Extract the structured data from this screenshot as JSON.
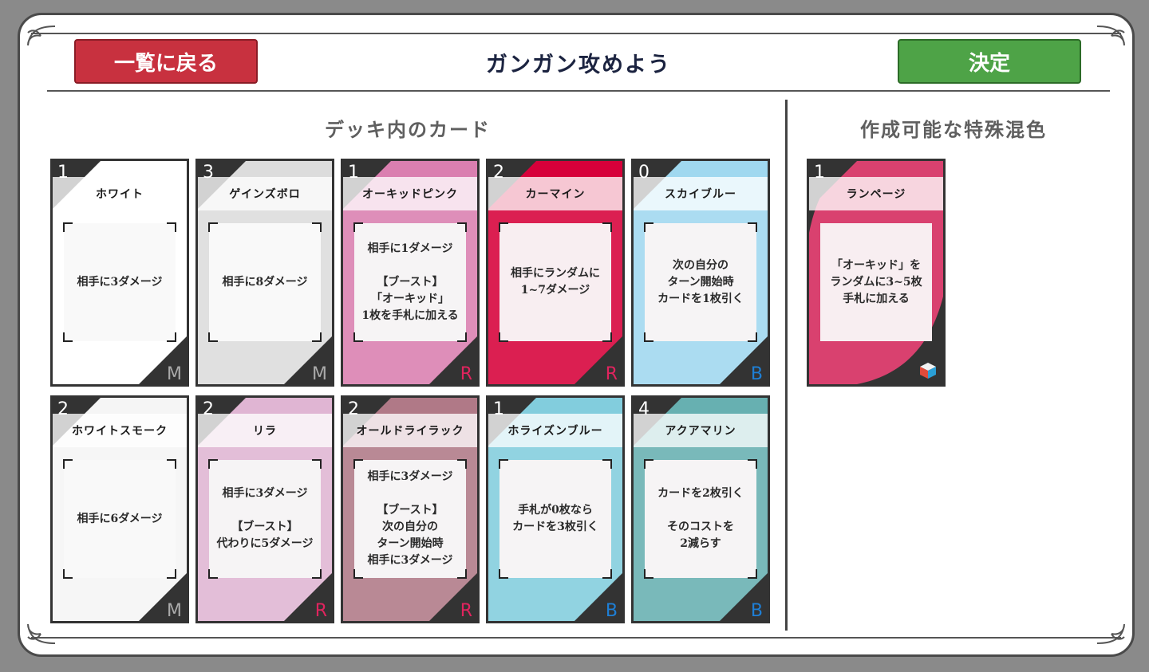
{
  "header": {
    "back_label": "一覧に戻る",
    "title": "ガンガン攻めよう",
    "confirm_label": "決定"
  },
  "sections": {
    "deck_title": "デッキ内のカード",
    "special_title": "作成可能な特殊混色"
  },
  "colors": {
    "back_button": "#c8313f",
    "confirm_button": "#4ea347"
  },
  "deck_cards": [
    {
      "cost": "1",
      "name": "ホワイト",
      "text": "相手に3ダメージ",
      "rarity": "M",
      "color": "#ffffff",
      "accent": "#ffffff",
      "rarity_color": "#aaaaaa"
    },
    {
      "cost": "3",
      "name": "ゲインズボロ",
      "text": "相手に8ダメージ",
      "rarity": "M",
      "color": "#dcdcdc",
      "accent": "#dcdcdc",
      "rarity_color": "#aaaaaa"
    },
    {
      "cost": "1",
      "name": "オーキッドピンク",
      "text": "相手に1ダメージ\n\n【ブースト】\n「オーキッド」\n1枚を手札に加える",
      "rarity": "R",
      "color": "#da7fb0",
      "accent": "#da7fb0",
      "rarity_color": "#e0245e"
    },
    {
      "cost": "2",
      "name": "カーマイン",
      "text": "相手にランダムに\n1~7ダメージ",
      "rarity": "R",
      "color": "#d7003a",
      "accent": "#d7003a",
      "rarity_color": "#e0245e"
    },
    {
      "cost": "0",
      "name": "スカイブルー",
      "text": "次の自分の\nターン開始時\nカードを1枚引く",
      "rarity": "B",
      "color": "#a0d8ef",
      "accent": "#a0d8ef",
      "rarity_color": "#1e7fd6"
    },
    {
      "cost": "2",
      "name": "ホワイトスモーク",
      "text": "相手に6ダメージ",
      "rarity": "M",
      "color": "#f5f5f5",
      "accent": "#f5f5f5",
      "rarity_color": "#aaaaaa"
    },
    {
      "cost": "2",
      "name": "リラ",
      "text": "相手に3ダメージ\n\n【ブースト】\n代わりに5ダメージ",
      "rarity": "R",
      "color": "#e0b5d3",
      "accent": "#e0b5d3",
      "rarity_color": "#e0245e"
    },
    {
      "cost": "2",
      "name": "オールドライラック",
      "text": "相手に3ダメージ\n\n【ブースト】\n次の自分の\nターン開始時\n相手に3ダメージ",
      "rarity": "R",
      "color": "#b07987",
      "accent": "#b07987",
      "rarity_color": "#e0245e"
    },
    {
      "cost": "1",
      "name": "ホライズンブルー",
      "text": "手札が0枚なら\nカードを3枚引く",
      "rarity": "B",
      "color": "#82cddd",
      "accent": "#82cddd",
      "rarity_color": "#1e7fd6"
    },
    {
      "cost": "4",
      "name": "アクアマリン",
      "text": "カードを2枚引く\n\nそのコストを\n2減らす",
      "rarity": "B",
      "color": "#67b0b1",
      "accent": "#67b0b1",
      "rarity_color": "#1e7fd6"
    }
  ],
  "special_cards": [
    {
      "cost": "1",
      "name": "ランページ",
      "text": "「オーキッド」を\nランダムに3~5枚\n手札に加える",
      "color": "#d9416f",
      "icon": "cube-icon"
    }
  ]
}
